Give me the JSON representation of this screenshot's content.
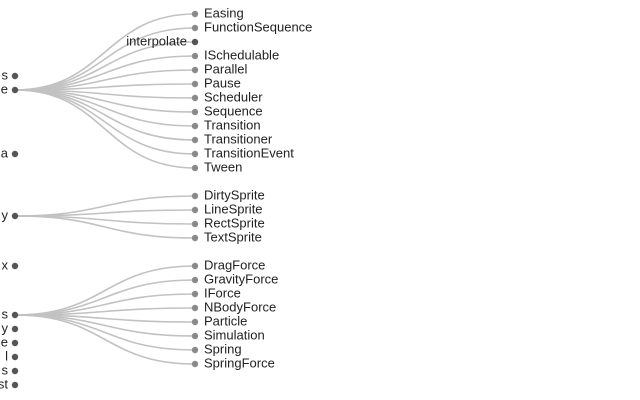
{
  "tree": {
    "colors": {
      "link": "#c2c2c2",
      "leaf": "#8a8a8a",
      "internal": "#555555",
      "text": "#222222"
    },
    "edge_labels": [
      {
        "id": "e1",
        "text": "s"
      },
      {
        "id": "e2",
        "text": "e"
      },
      {
        "id": "e3",
        "text": "a"
      },
      {
        "id": "e4",
        "text": "y"
      },
      {
        "id": "e5",
        "text": "x"
      },
      {
        "id": "e6",
        "text": "s"
      },
      {
        "id": "e7",
        "text": "y"
      },
      {
        "id": "e8",
        "text": "e"
      },
      {
        "id": "e9",
        "text": "l"
      },
      {
        "id": "e10",
        "text": "s"
      },
      {
        "id": "e11",
        "text": "st"
      }
    ],
    "groups": [
      {
        "parent": "e2",
        "children": [
          {
            "label": "Easing",
            "leaf": true
          },
          {
            "label": "FunctionSequence",
            "leaf": true
          },
          {
            "label": "interpolate",
            "leaf": false
          },
          {
            "label": "ISchedulable",
            "leaf": true
          },
          {
            "label": "Parallel",
            "leaf": true
          },
          {
            "label": "Pause",
            "leaf": true
          },
          {
            "label": "Scheduler",
            "leaf": true
          },
          {
            "label": "Sequence",
            "leaf": true
          },
          {
            "label": "Transition",
            "leaf": true
          },
          {
            "label": "Transitioner",
            "leaf": true
          },
          {
            "label": "TransitionEvent",
            "leaf": true
          },
          {
            "label": "Tween",
            "leaf": true
          }
        ]
      },
      {
        "parent": "e4",
        "children": [
          {
            "label": "DirtySprite",
            "leaf": true
          },
          {
            "label": "LineSprite",
            "leaf": true
          },
          {
            "label": "RectSprite",
            "leaf": true
          },
          {
            "label": "TextSprite",
            "leaf": true
          }
        ]
      },
      {
        "parent": "e6",
        "children": [
          {
            "label": "DragForce",
            "leaf": true
          },
          {
            "label": "GravityForce",
            "leaf": true
          },
          {
            "label": "IForce",
            "leaf": true
          },
          {
            "label": "NBodyForce",
            "leaf": true
          },
          {
            "label": "Particle",
            "leaf": true
          },
          {
            "label": "Simulation",
            "leaf": true
          },
          {
            "label": "Spring",
            "leaf": true
          },
          {
            "label": "SpringForce",
            "leaf": true
          }
        ]
      }
    ]
  }
}
